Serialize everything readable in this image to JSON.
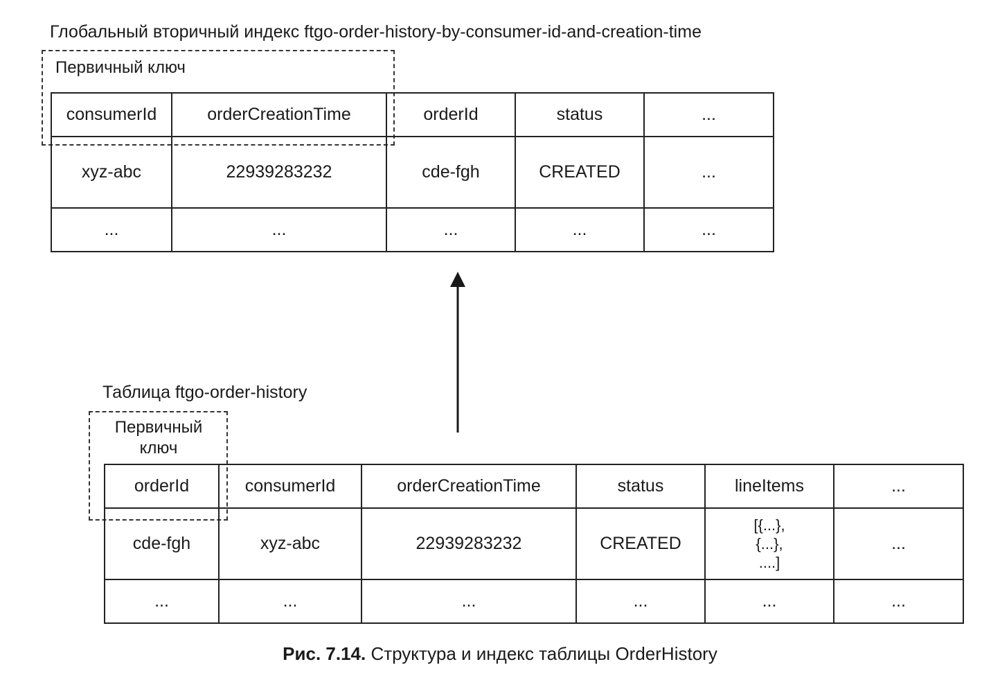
{
  "index": {
    "title": "Глобальный вторичный индекс ftgo-order-history-by-consumer-id-and-creation-time",
    "pk_label": "Первичный ключ",
    "headers": [
      "consumerId",
      "orderCreationTime",
      "orderId",
      "status",
      "..."
    ],
    "rows": [
      [
        "xyz-abc",
        "22939283232",
        "cde-fgh",
        "CREATED",
        "..."
      ],
      [
        "...",
        "...",
        "...",
        "...",
        "..."
      ]
    ]
  },
  "table": {
    "title": "Таблица ftgo-order-history",
    "pk_label_line1": "Первичный",
    "pk_label_line2": "ключ",
    "headers": [
      "orderId",
      "consumerId",
      "orderCreationTime",
      "status",
      "lineItems",
      "..."
    ],
    "rows": [
      [
        "cde-fgh",
        "xyz-abc",
        "22939283232",
        "CREATED",
        "",
        "..."
      ],
      [
        "...",
        "...",
        "...",
        "...",
        "...",
        "..."
      ]
    ],
    "line_items_lines": [
      "[{...},",
      "{...},",
      "....]"
    ]
  },
  "caption": {
    "prefix": "Рис. 7.14.",
    "text": " Структура и индекс таблицы OrderHistory"
  }
}
